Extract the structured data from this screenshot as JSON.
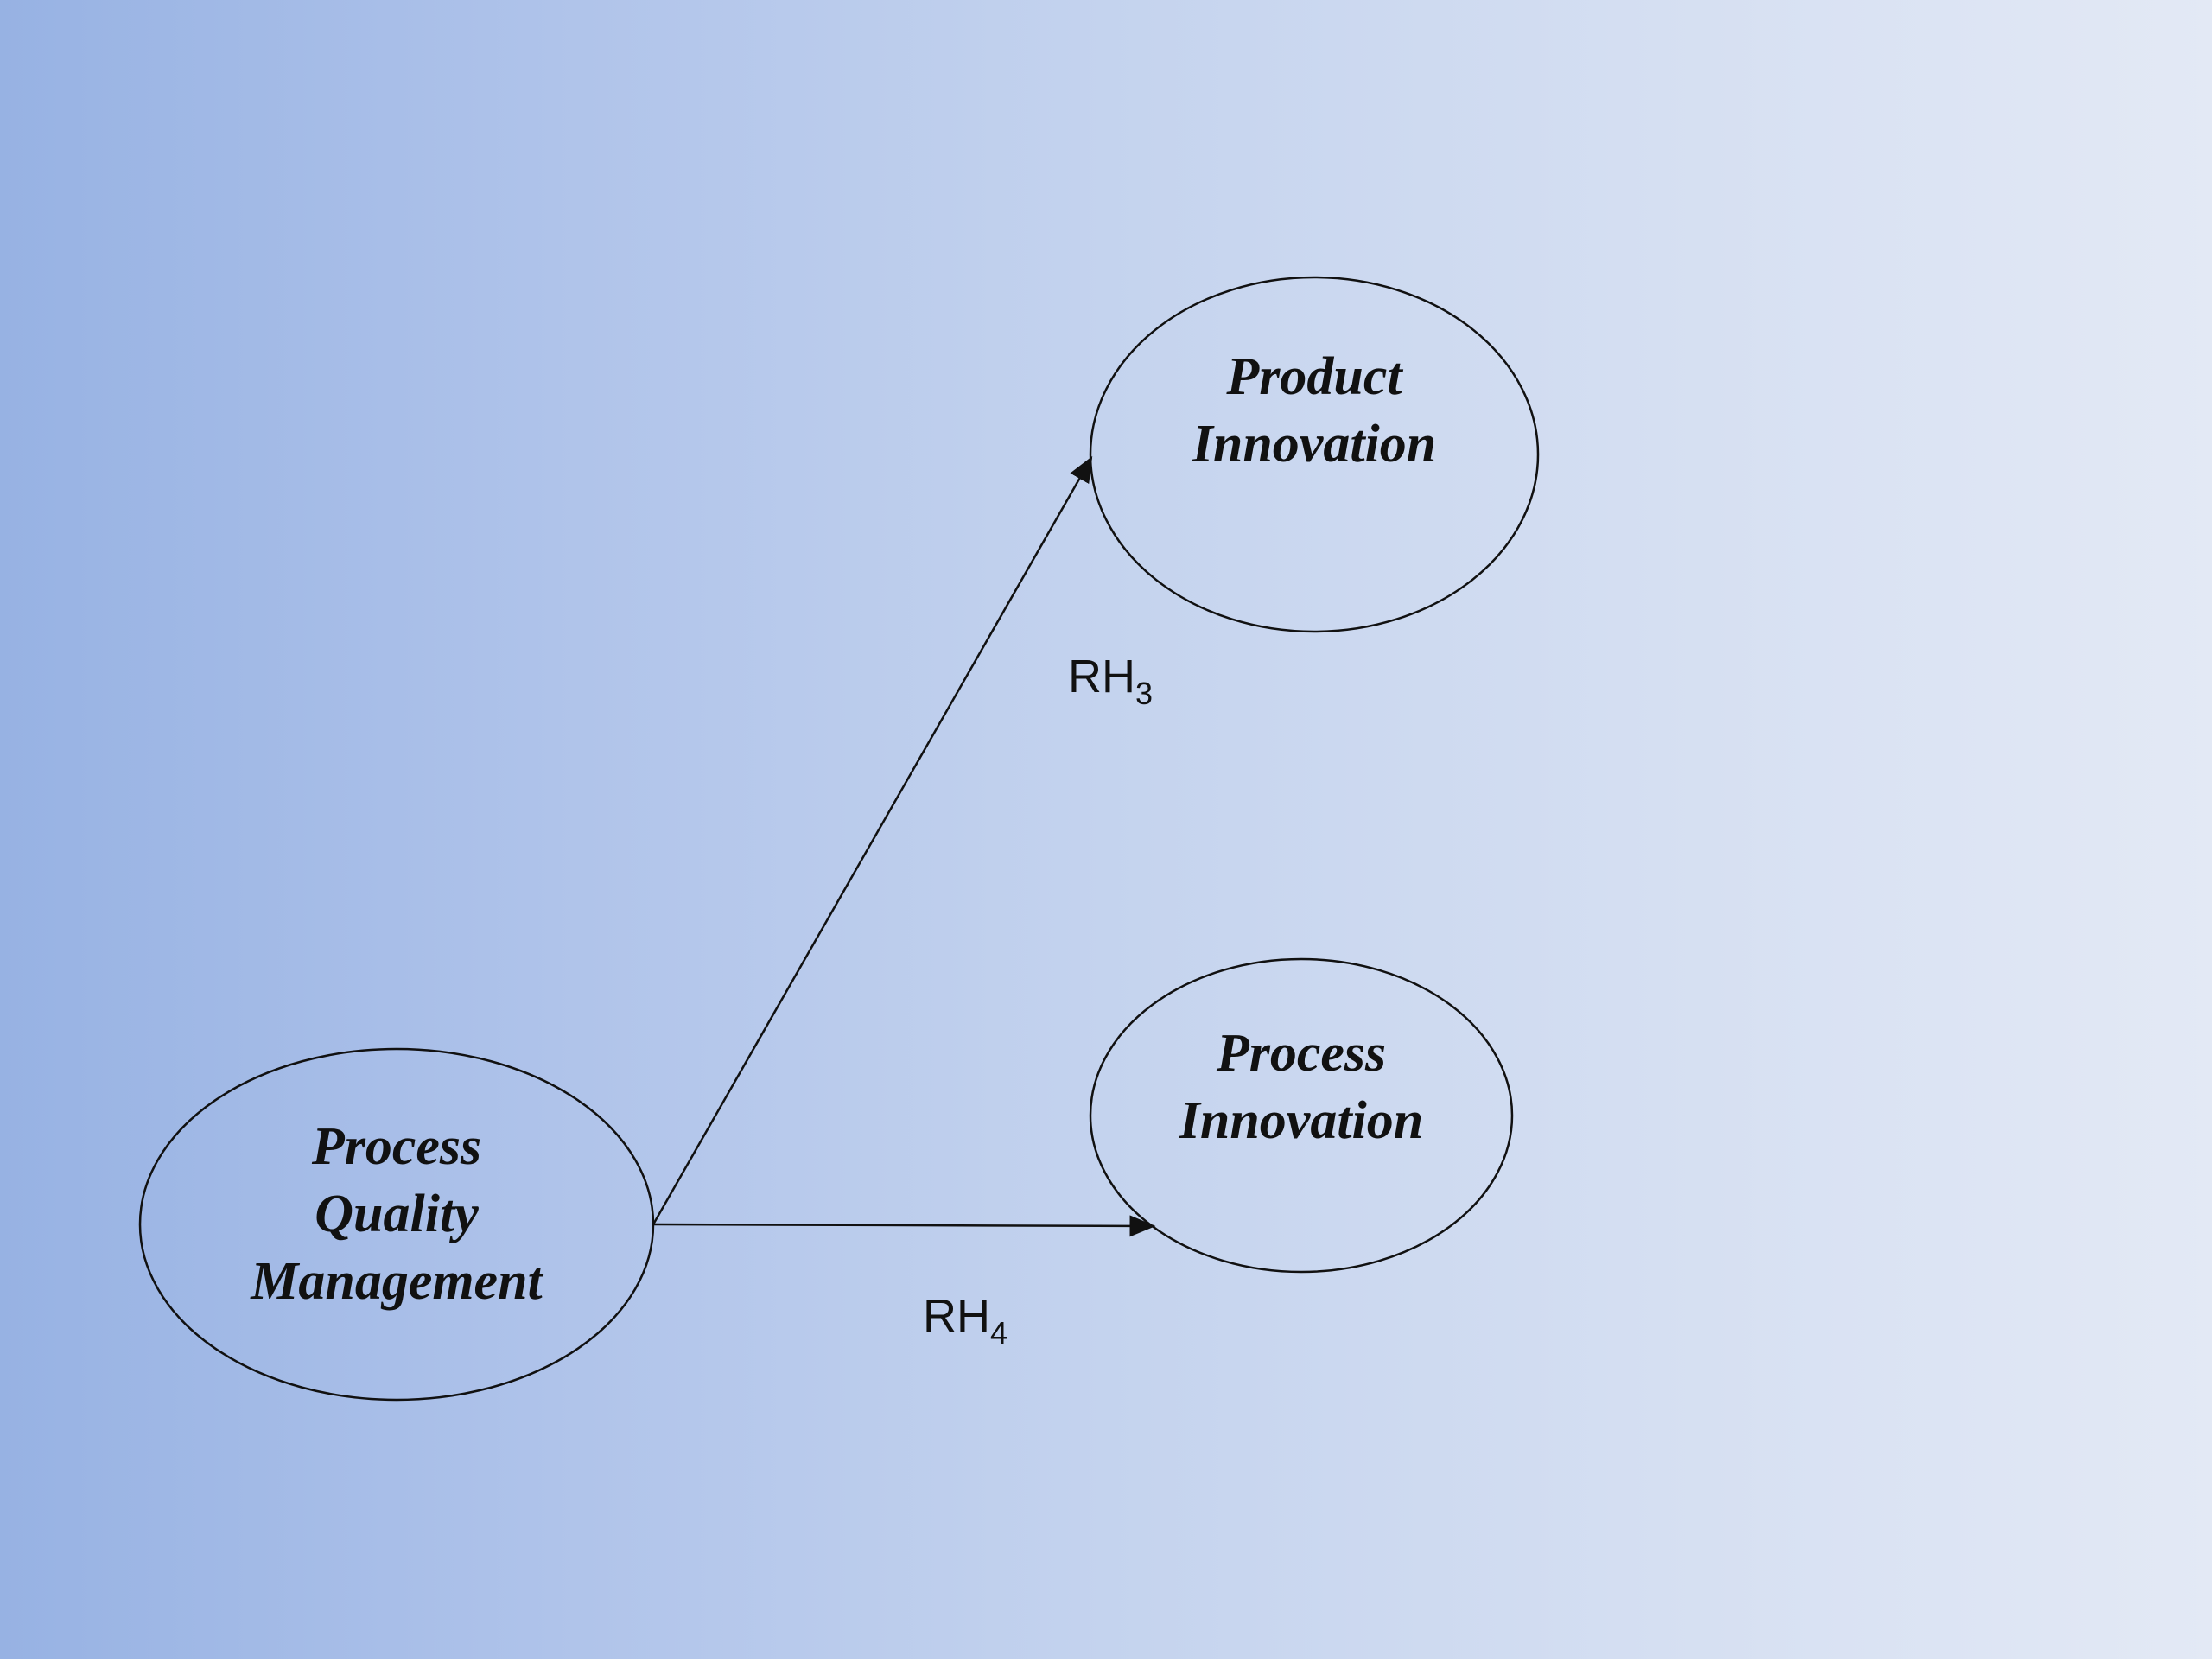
{
  "nodes": {
    "product_innovation": {
      "lines": [
        "Product",
        "Innovation"
      ]
    },
    "process_innovation": {
      "lines": [
        "Process",
        "Innovation"
      ]
    },
    "process_quality_management": {
      "lines": [
        "Process",
        "Quality",
        "Management"
      ]
    }
  },
  "edges": {
    "rh3": {
      "text": "RH",
      "sub": "3"
    },
    "rh4": {
      "text": "RH",
      "sub": "4"
    }
  }
}
